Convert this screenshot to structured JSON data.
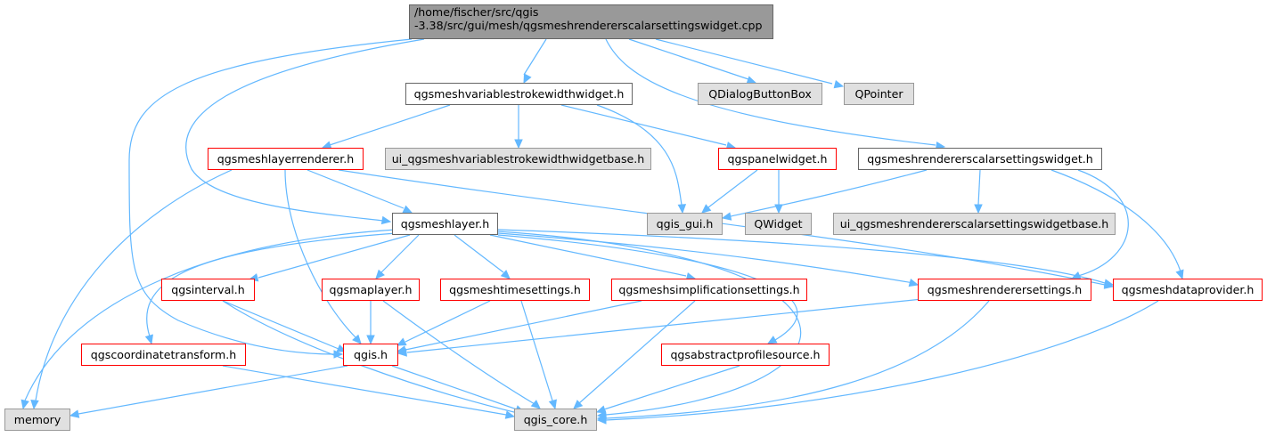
{
  "diagram": {
    "nodes": {
      "root": {
        "line1": "/home/fischer/src/qgis",
        "line2": "-3.38/src/gui/mesh/qgsmeshrendererscalarsettingswidget.cpp"
      },
      "varstroke": "qgsmeshvariablestrokewidthwidget.h",
      "qdialogbuttonbox": "QDialogButtonBox",
      "qpointer": "QPointer",
      "meshlayerrenderer": "qgsmeshlayerrenderer.h",
      "ui_varstroke": "ui_qgsmeshvariablestrokewidthwidgetbase.h",
      "panelwidget": "qgspanelwidget.h",
      "scalarwidget": "qgsmeshrendererscalarsettingswidget.h",
      "meshlayer": "qgsmeshlayer.h",
      "qgis_gui": "qgis_gui.h",
      "qwidget": "QWidget",
      "ui_scalar": "ui_qgsmeshrendererscalarsettingswidgetbase.h",
      "interval": "qgsinterval.h",
      "maplayer": "qgsmaplayer.h",
      "timesettings": "qgsmeshtimesettings.h",
      "simplification": "qgsmeshsimplificationsettings.h",
      "renderersettings": "qgsmeshrenderersettings.h",
      "dataprovider": "qgsmeshdataprovider.h",
      "coordtransform": "qgscoordinatetransform.h",
      "qgis_h": "qgis.h",
      "profilesource": "qgsabstractprofilesource.h",
      "memory": "memory",
      "qgis_core": "qgis_core.h"
    },
    "colors": {
      "edge": "#63b8ff",
      "main_fill": "#999999",
      "ext_fill": "#e0e0e0",
      "red_border": "#ff0000"
    }
  }
}
